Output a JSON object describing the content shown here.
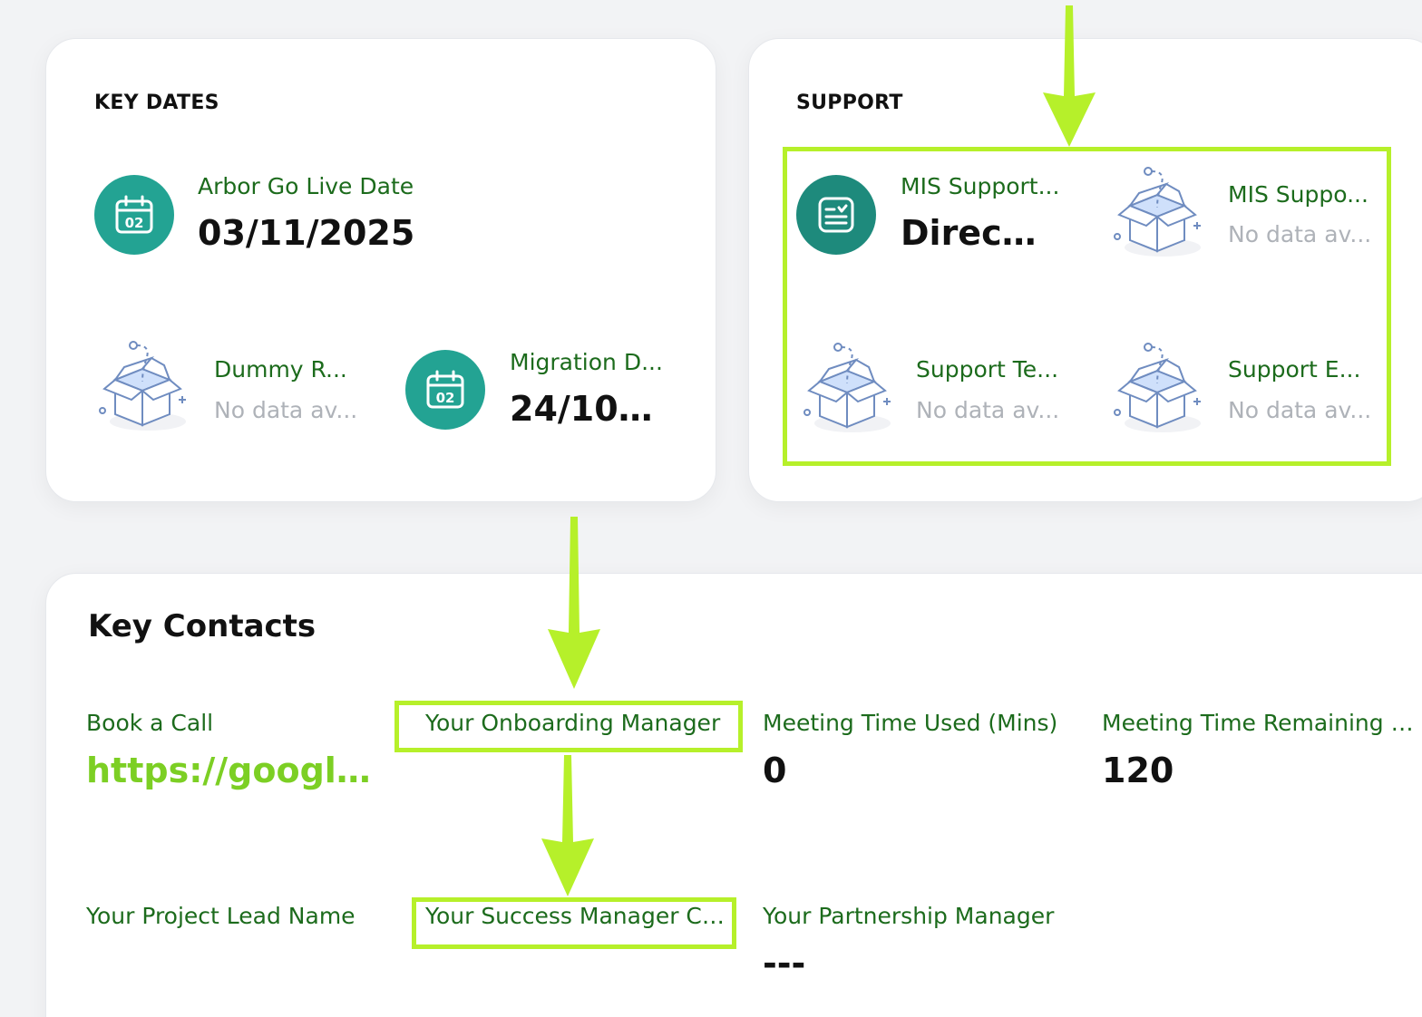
{
  "key_dates": {
    "title": "KEY DATES",
    "items": [
      {
        "label": "Arbor Go Live Date",
        "value": "03/11/2025",
        "icon": "calendar-icon",
        "icon_text": "02"
      },
      {
        "label": "Dummy R...",
        "value": "No data av...",
        "icon": "empty-box-icon"
      },
      {
        "label": "Migration D...",
        "value": "24/10/...",
        "icon": "calendar-icon",
        "icon_text": "02"
      }
    ]
  },
  "support": {
    "title": "SUPPORT",
    "items": [
      {
        "label": "MIS Support...",
        "value": "Direct ...",
        "icon": "document-check-icon"
      },
      {
        "label": "MIS Suppo...",
        "value": "No data av...",
        "icon": "empty-box-icon"
      },
      {
        "label": "Support Te...",
        "value": "No data av...",
        "icon": "empty-box-icon"
      },
      {
        "label": "Support E...",
        "value": "No data av...",
        "icon": "empty-box-icon"
      }
    ]
  },
  "key_contacts": {
    "title": "Key Contacts",
    "items": [
      {
        "label": "Book a Call",
        "value": "https://google.c..."
      },
      {
        "label": "Your Onboarding Manager",
        "value": ""
      },
      {
        "label": "Meeting Time Used (Mins)",
        "value": "0"
      },
      {
        "label": "Meeting Time Remaining (...",
        "value": "120"
      },
      {
        "label": "Your Project Lead Name",
        "value": ""
      },
      {
        "label": "Your Success Manager Co...",
        "value": ""
      },
      {
        "label": "Your Partnership Manager",
        "value": "---"
      }
    ]
  },
  "colors": {
    "accent_teal": "#23a393",
    "label_green": "#1c6b1c",
    "link_green": "#7ccf24",
    "highlight": "#b6f02a",
    "nodata_gray": "#aeb2b8"
  }
}
